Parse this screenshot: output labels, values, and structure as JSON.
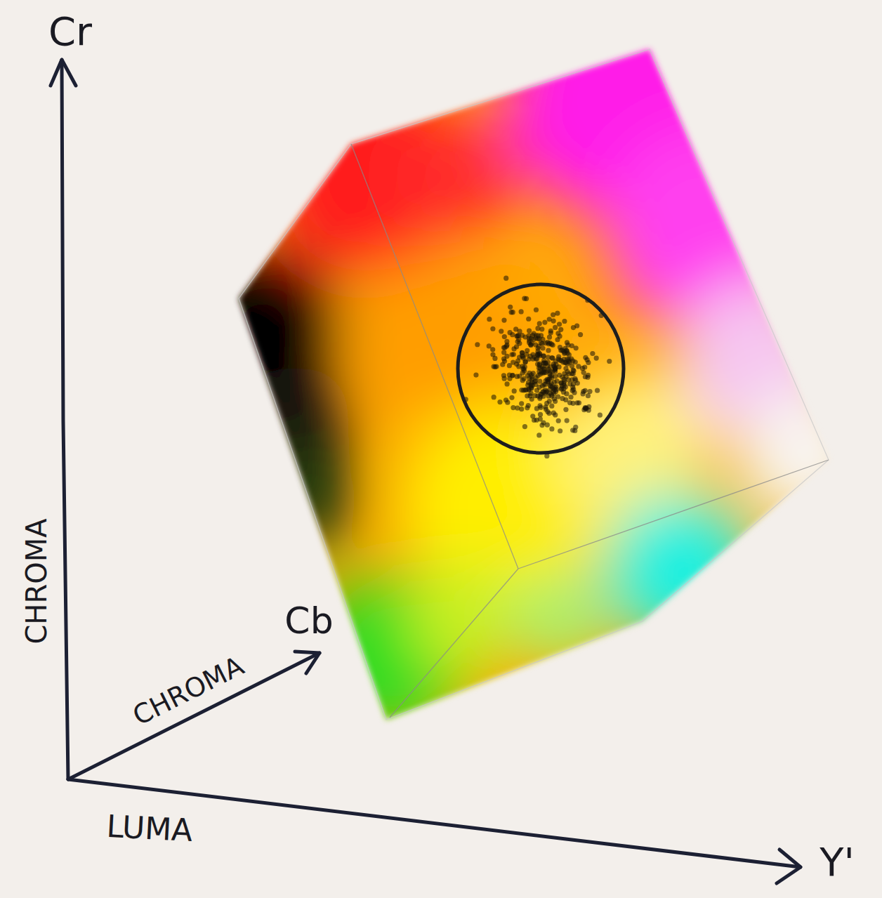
{
  "diagram": {
    "labels": [
      "Cr",
      "CHROMA",
      "Cb",
      "CHROMA",
      "LUMA",
      "Y'"
    ]
  }
}
